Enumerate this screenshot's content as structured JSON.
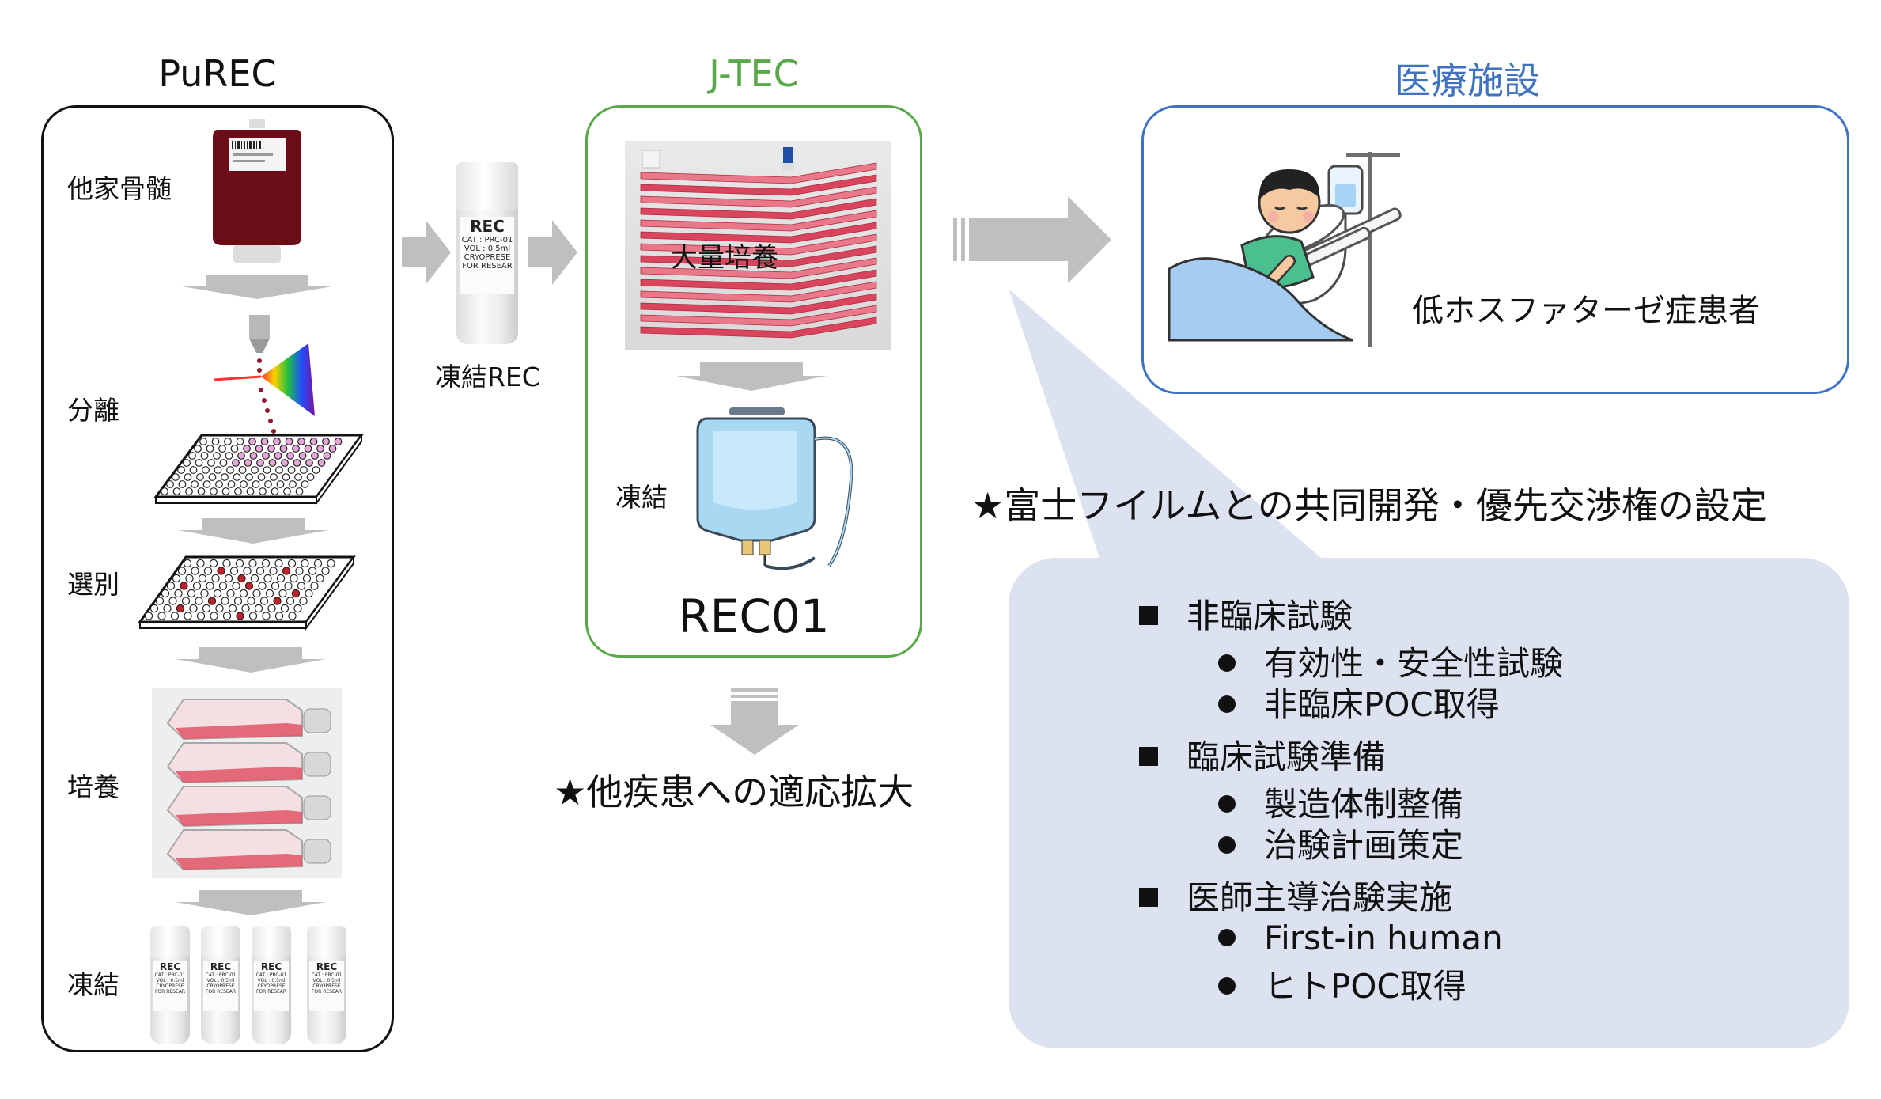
{
  "sections": {
    "purec": {
      "title": "PuREC",
      "color": "#111111"
    },
    "jtec": {
      "title": "J-TEC",
      "color": "#5aa84a"
    },
    "hospital": {
      "title": "医療施設",
      "color": "#3f73c1"
    }
  },
  "purec_steps": {
    "bone_marrow": "他家骨髄",
    "separation": "分離",
    "selection": "選別",
    "culture": "培養",
    "freeze": "凍結"
  },
  "frozen_rec_label": "凍結REC",
  "tube_label": {
    "title": "REC",
    "cat": "CAT : PRC-01",
    "vol": "VOL : 0.5ml",
    "line1": "CRYOPRESE",
    "line2": "FOR RESEAR"
  },
  "jtec": {
    "mass_culture": "大量培養",
    "freeze": "凍結",
    "product": "REC01"
  },
  "hospital": {
    "patient": "低ホスファターゼ症患者"
  },
  "callouts": {
    "fujifilm": "★富士フイルムとの共同開発・優先交渉権の設定",
    "expansion": "★他疾患への適応拡大"
  },
  "plan": [
    {
      "heading": "非臨床試験",
      "items": [
        "有効性・安全性試験",
        "非臨床POC取得"
      ]
    },
    {
      "heading": "臨床試験準備",
      "items": [
        "製造体制整備",
        "治験計画策定"
      ]
    },
    {
      "heading": "医師主導治験実施",
      "items": [
        "First-in human",
        "ヒトPOC取得"
      ]
    }
  ],
  "colors": {
    "arrow": "#bfbfbf",
    "callout_bg": "#dde2f1",
    "jtec_border": "#5aa84a",
    "hospital_border": "#3f73c1"
  }
}
